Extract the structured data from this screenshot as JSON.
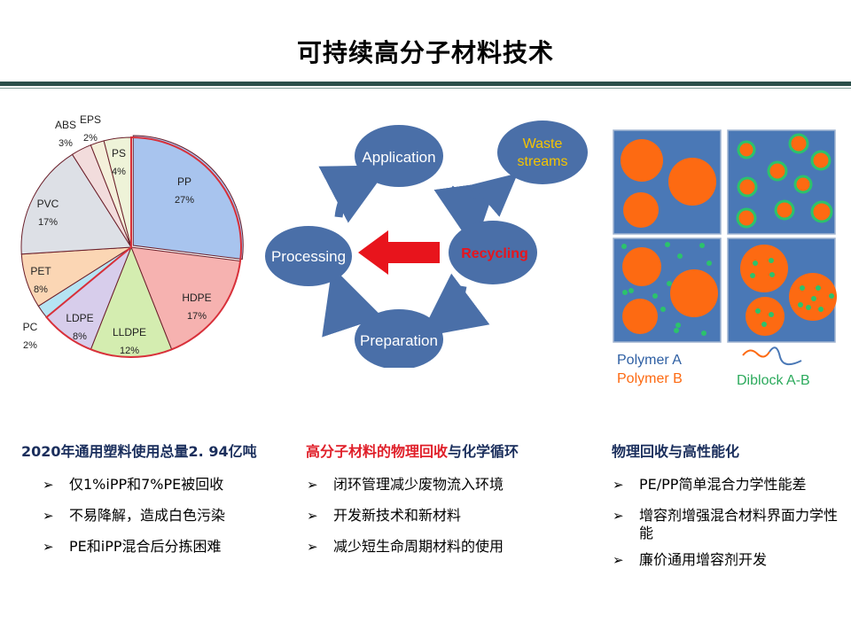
{
  "title": "可持续高分子材料技术",
  "pie": {
    "slices": [
      {
        "name": "PP",
        "pct": "27%",
        "value": 27,
        "color": "#a8c4ee"
      },
      {
        "name": "HDPE",
        "pct": "17%",
        "value": 17,
        "color": "#f6b2b0"
      },
      {
        "name": "LLDPE",
        "pct": "12%",
        "value": 12,
        "color": "#d4edb0"
      },
      {
        "name": "LDPE",
        "pct": "8%",
        "value": 8,
        "color": "#d7cdeb"
      },
      {
        "name": "PC",
        "pct": "2%",
        "value": 2,
        "color": "#b5e4f3"
      },
      {
        "name": "PET",
        "pct": "8%",
        "value": 8,
        "color": "#fbd6b4"
      },
      {
        "name": "PVC",
        "pct": "17%",
        "value": 17,
        "color": "#dde0e6"
      },
      {
        "name": "ABS",
        "pct": "3%",
        "value": 3,
        "color": "#f2dcdc"
      },
      {
        "name": "EPS",
        "pct": "2%",
        "value": 2,
        "color": "#f4f0da"
      },
      {
        "name": "PS",
        "pct": "4%",
        "value": 4,
        "color": "#eef3d8"
      }
    ]
  },
  "cycle": {
    "application": "Application",
    "waste": "Waste streams",
    "processing": "Processing",
    "recycling": "Recycling",
    "preparation": "Preparation"
  },
  "legend": {
    "polymer_a": "Polymer A",
    "polymer_b": "Polymer B",
    "diblock": "Diblock A-B"
  },
  "columns": [
    {
      "heading": "2020年通用塑料使用总量2. 94亿吨",
      "bullets": [
        "仅1%iPP和7%PE被回收",
        "不易降解，造成白色污染",
        "PE和iPP混合后分拣困难"
      ]
    },
    {
      "heading_red": "高分子材料的物理回收",
      "heading_rest": "与化学循环",
      "bullets": [
        "闭环管理减少废物流入环境",
        "开发新技术和新材料",
        "减少短生命周期材料的使用"
      ]
    },
    {
      "heading": "物理回收与高性能化",
      "bullets": [
        "PE/PP简单混合力学性能差",
        "增容剂增强混合材料界面力学性能",
        "廉价通用增容剂开发"
      ]
    }
  ],
  "bullet_marker": "➢",
  "colors": {
    "navy": "#1a2e5c",
    "red": "#e0202a",
    "circle_blue": "#4a6fa8",
    "panel_blue": "#4a78b6",
    "orange": "#fd6a12",
    "green": "#2cc26c"
  }
}
